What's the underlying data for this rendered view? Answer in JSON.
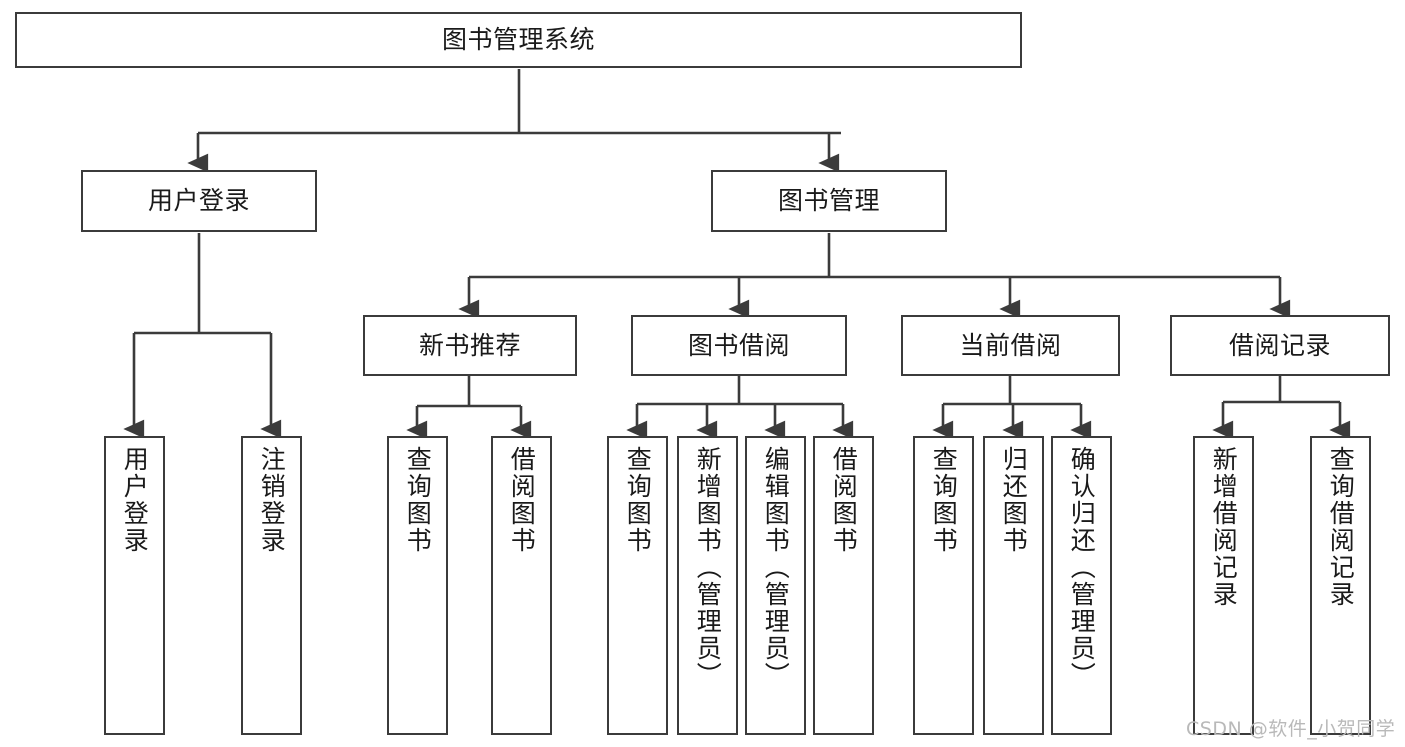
{
  "diagram": {
    "type": "tree-hierarchy",
    "title": "图书管理系统",
    "orientation": "top-down",
    "colors": {
      "box_border": "#3b3b3b",
      "box_fill": "#ffffff",
      "line": "#3b3b3b",
      "text": "#1a1a1a",
      "watermark": "#b9b9b9"
    },
    "nodes": {
      "root": {
        "label": "图书管理系统"
      },
      "level2": [
        {
          "id": "user-login",
          "label": "用户登录"
        },
        {
          "id": "book-manage",
          "label": "图书管理"
        }
      ],
      "level3": [
        {
          "id": "new-book-rec",
          "label": "新书推荐"
        },
        {
          "id": "book-borrow",
          "label": "图书借阅"
        },
        {
          "id": "current-borrow",
          "label": "当前借阅"
        },
        {
          "id": "borrow-record",
          "label": "借阅记录"
        }
      ],
      "leaves": {
        "user-login": [
          {
            "id": "leaf-user-login",
            "label": "用户登录"
          },
          {
            "id": "leaf-logout-login",
            "label": "注销登录"
          }
        ],
        "new-book-rec": [
          {
            "id": "leaf-query-book-1",
            "label": "查询图书"
          },
          {
            "id": "leaf-borrow-book-1",
            "label": "借阅图书"
          }
        ],
        "book-borrow": [
          {
            "id": "leaf-query-book-2",
            "label": "查询图书"
          },
          {
            "id": "leaf-add-book",
            "label": "新增图书（管理员）"
          },
          {
            "id": "leaf-edit-book",
            "label": "编辑图书（管理员）"
          },
          {
            "id": "leaf-borrow-book-2",
            "label": "借阅图书"
          }
        ],
        "current-borrow": [
          {
            "id": "leaf-query-book-3",
            "label": "查询图书"
          },
          {
            "id": "leaf-return-book",
            "label": "归还图书"
          },
          {
            "id": "leaf-confirm-return",
            "label": "确认归还（管理员）"
          }
        ],
        "borrow-record": [
          {
            "id": "leaf-add-record",
            "label": "新增借阅记录"
          },
          {
            "id": "leaf-query-record",
            "label": "查询借阅记录"
          }
        ]
      }
    },
    "watermark": "CSDN @软件_小贺同学"
  }
}
